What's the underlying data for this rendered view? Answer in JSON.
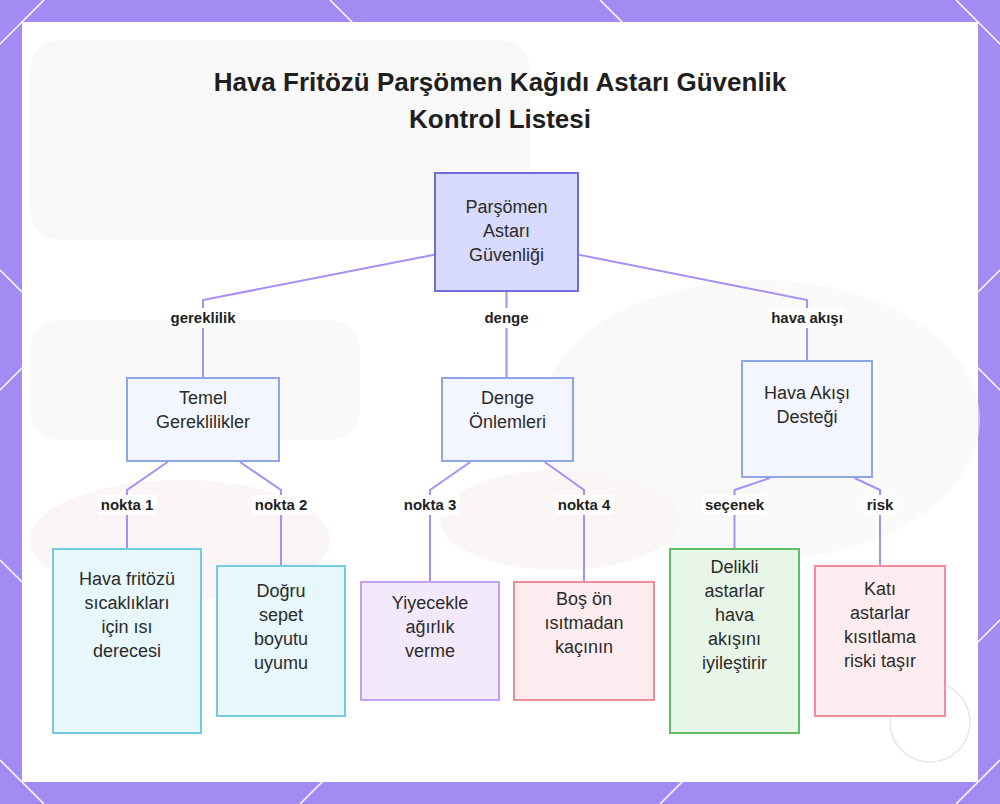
{
  "diagram": {
    "title": "Hava Fritözü Parşömen Kağıdı Astarı Güvenlik Kontrol Listesi",
    "nodes": [
      {
        "text": [
          "Parşömen Astarı Güvenliği"
        ]
      },
      {
        "text": [
          "Temel Gereklilikler"
        ]
      },
      {
        "text": [
          "Denge Önlemleri"
        ]
      },
      {
        "text": [
          "Hava Akışı Desteği"
        ]
      },
      {
        "text": [
          "Hava fritözü sıcaklıkları için ısı derecesi"
        ]
      },
      {
        "text": [
          "Doğru sepet boyutu uyumu"
        ]
      },
      {
        "text": [
          "Yiyecekle ağırlık verme"
        ]
      },
      {
        "text": [
          "Boş ön ısıtmadan kaçının"
        ]
      },
      {
        "text": [
          "Delikli astarlar hava akışını iyileştirir"
        ]
      },
      {
        "text": [
          "Katı astarlar kısıtlama riski taşır"
        ]
      }
    ],
    "edges": [
      {
        "from": 0,
        "to": 1,
        "label": "gereklilik",
        "arrow": "none"
      },
      {
        "from": 0,
        "to": 2,
        "label": "denge",
        "arrow": "none"
      },
      {
        "from": 0,
        "to": 3,
        "label": "hava akışı",
        "arrow": "none"
      },
      {
        "from": 1,
        "to": 4,
        "label": "nokta 1",
        "arrow": "none"
      },
      {
        "from": 1,
        "to": 5,
        "label": "nokta 2",
        "arrow": "none"
      },
      {
        "from": 2,
        "to": 6,
        "label": "nokta 3",
        "arrow": "none"
      },
      {
        "from": 2,
        "to": 7,
        "label": "nokta 4",
        "arrow": "none"
      },
      {
        "from": 3,
        "to": 8,
        "label": "seçenek",
        "arrow": "none"
      },
      {
        "from": 3,
        "to": 9,
        "label": "risk",
        "arrow": "none"
      }
    ]
  }
}
